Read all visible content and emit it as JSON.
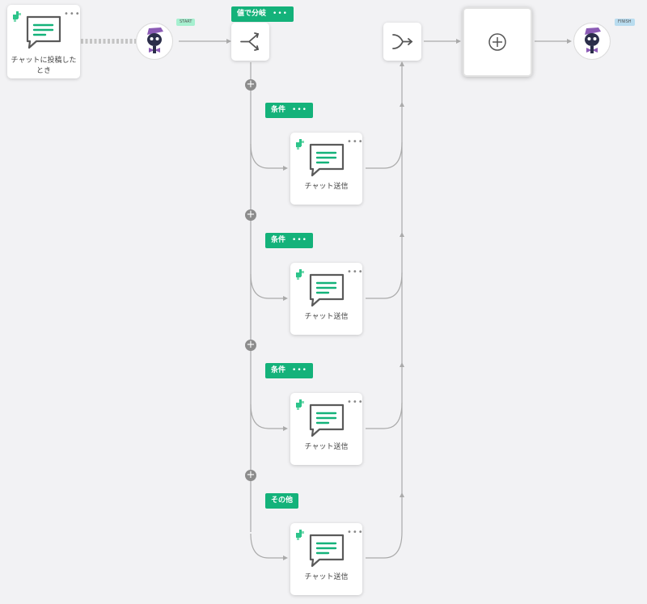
{
  "trigger": {
    "label": "チャットに投稿したとき",
    "menu": "•••"
  },
  "start": {
    "badge": "START"
  },
  "finish": {
    "badge": "FINISH"
  },
  "branch": {
    "tag": "値で分岐",
    "menu": "•••"
  },
  "plus_symbol": "+",
  "branches": [
    {
      "tag": "条件",
      "action": "チャット送信"
    },
    {
      "tag": "条件",
      "action": "チャット送信"
    },
    {
      "tag": "条件",
      "action": "チャット送信"
    },
    {
      "tag": "その他",
      "action": "チャット送信"
    }
  ],
  "colors": {
    "accent": "#14b27a",
    "logo_green": "#2cc48a",
    "start_badge": "#a6f0d0",
    "finish_badge": "#b9dcef",
    "connector": "#aaaaaa",
    "robot_hat": "#8b5bb5",
    "robot_face": "#2b2e4a"
  },
  "icons": {
    "trigger": "chat-bubble-icon",
    "branch": "split-icon",
    "merge": "merge-icon",
    "add": "plus-circle-icon",
    "robot": "robot-mascot-icon",
    "logo": "app-logo-icon"
  }
}
